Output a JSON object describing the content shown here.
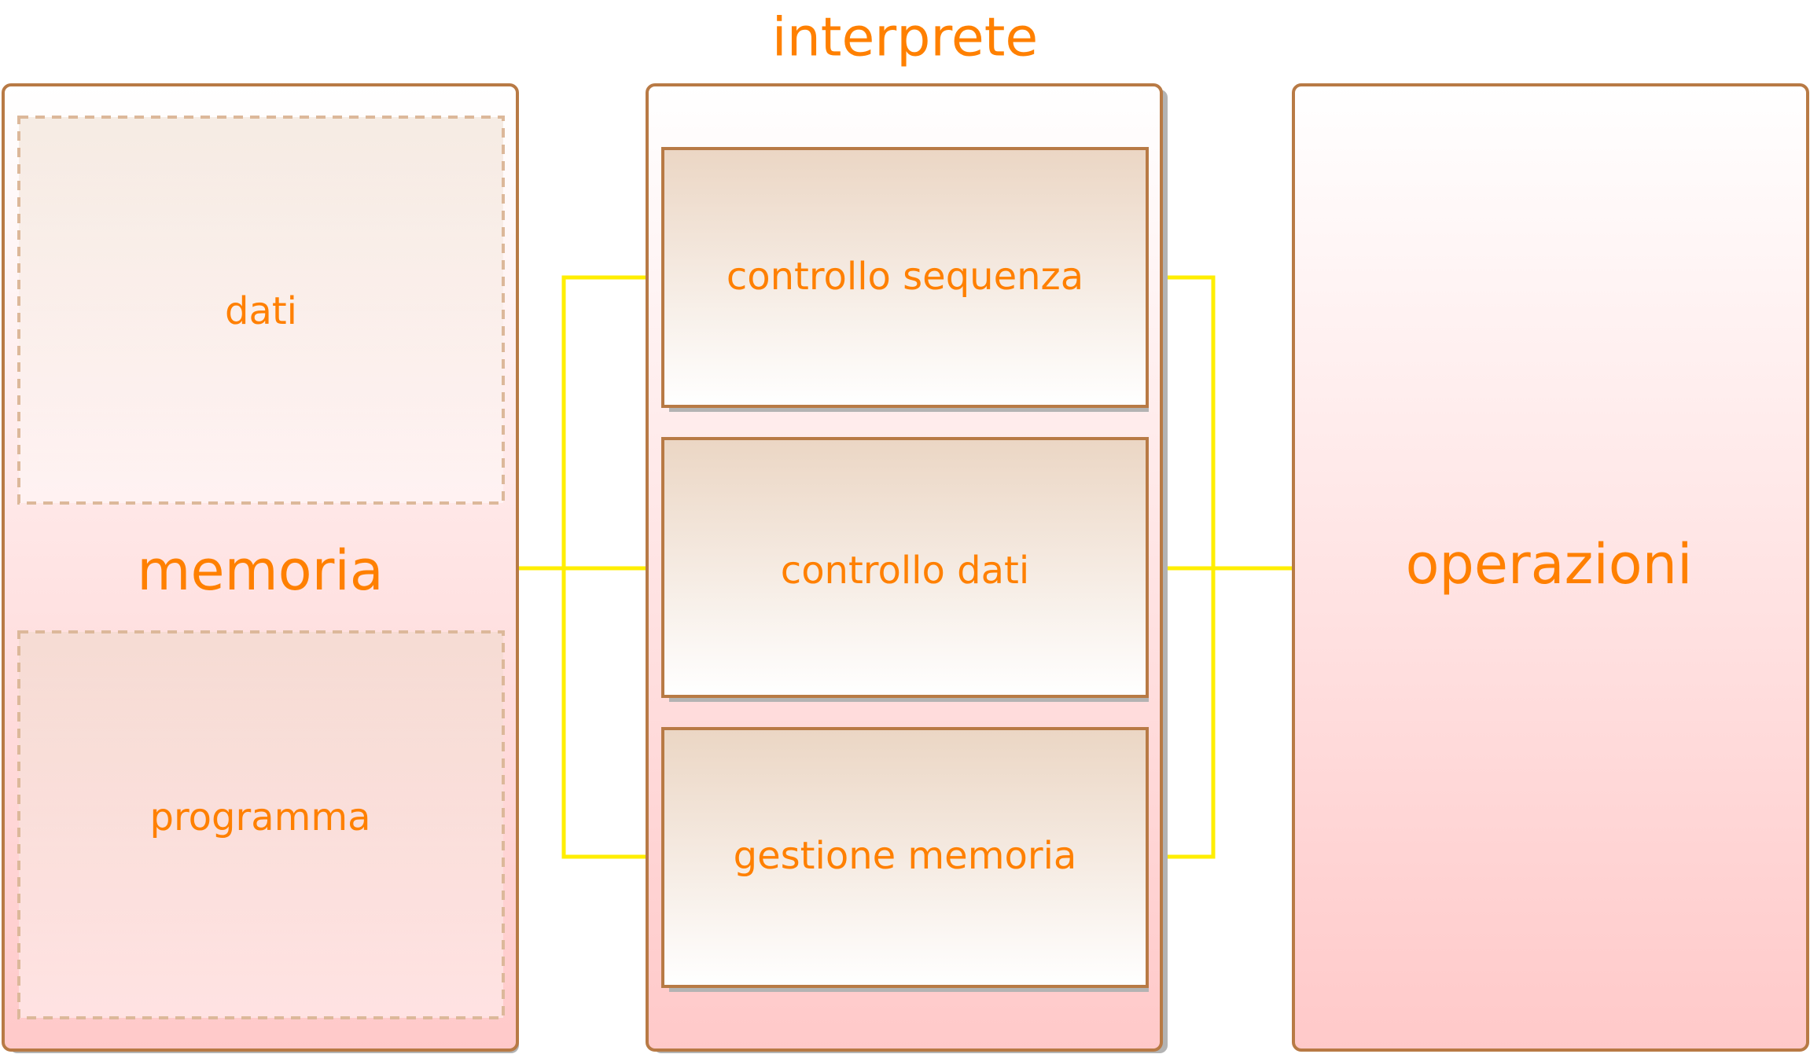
{
  "colors": {
    "text": "#ff8000",
    "border": "#b87a45",
    "connector": "#ffee00",
    "shadow": "#b3b3b3",
    "fill_top": "#ffffff",
    "fill_bottom": "#ffc9c9",
    "box_top": "#ebd6c4",
    "box_bottom": "#ffffff",
    "dashed_border": "#dcb89a"
  },
  "memoria": {
    "label": "memoria",
    "dati_label": "dati",
    "programma_label": "programma"
  },
  "interprete": {
    "title": "interprete",
    "blocks": [
      {
        "label": "controllo sequenza"
      },
      {
        "label": "controllo dati"
      },
      {
        "label": "gestione memoria"
      }
    ]
  },
  "operazioni": {
    "label": "operazioni"
  }
}
